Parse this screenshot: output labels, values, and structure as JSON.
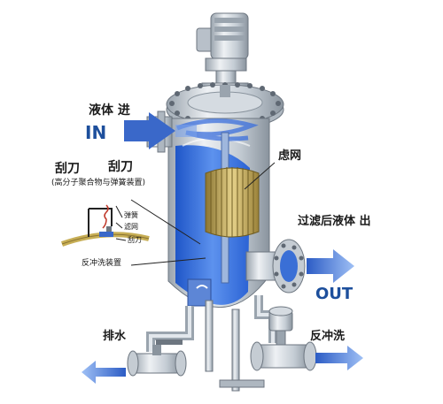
{
  "labels": {
    "liquid_in": "液体 进",
    "in": "IN",
    "scraper_1": "刮刀",
    "scraper_2": "刮刀",
    "scraper_note": "(高分子聚合物与弹簧装置)",
    "spring": "弹簧",
    "screen_small": "滤网",
    "scraper_small": "刮刀",
    "backwash_device": "反冲洗装置",
    "filter_screen": "虑网",
    "filtered_out": "过滤后液体 出",
    "out": "OUT",
    "drain": "排水",
    "backwash": "反冲洗"
  },
  "colors": {
    "steel": "#c9d1d9",
    "steel_dark": "#7f8a96",
    "liquid": "#2f6fe0",
    "arrow": "#3a68c9",
    "screen": "#c7ae55"
  }
}
